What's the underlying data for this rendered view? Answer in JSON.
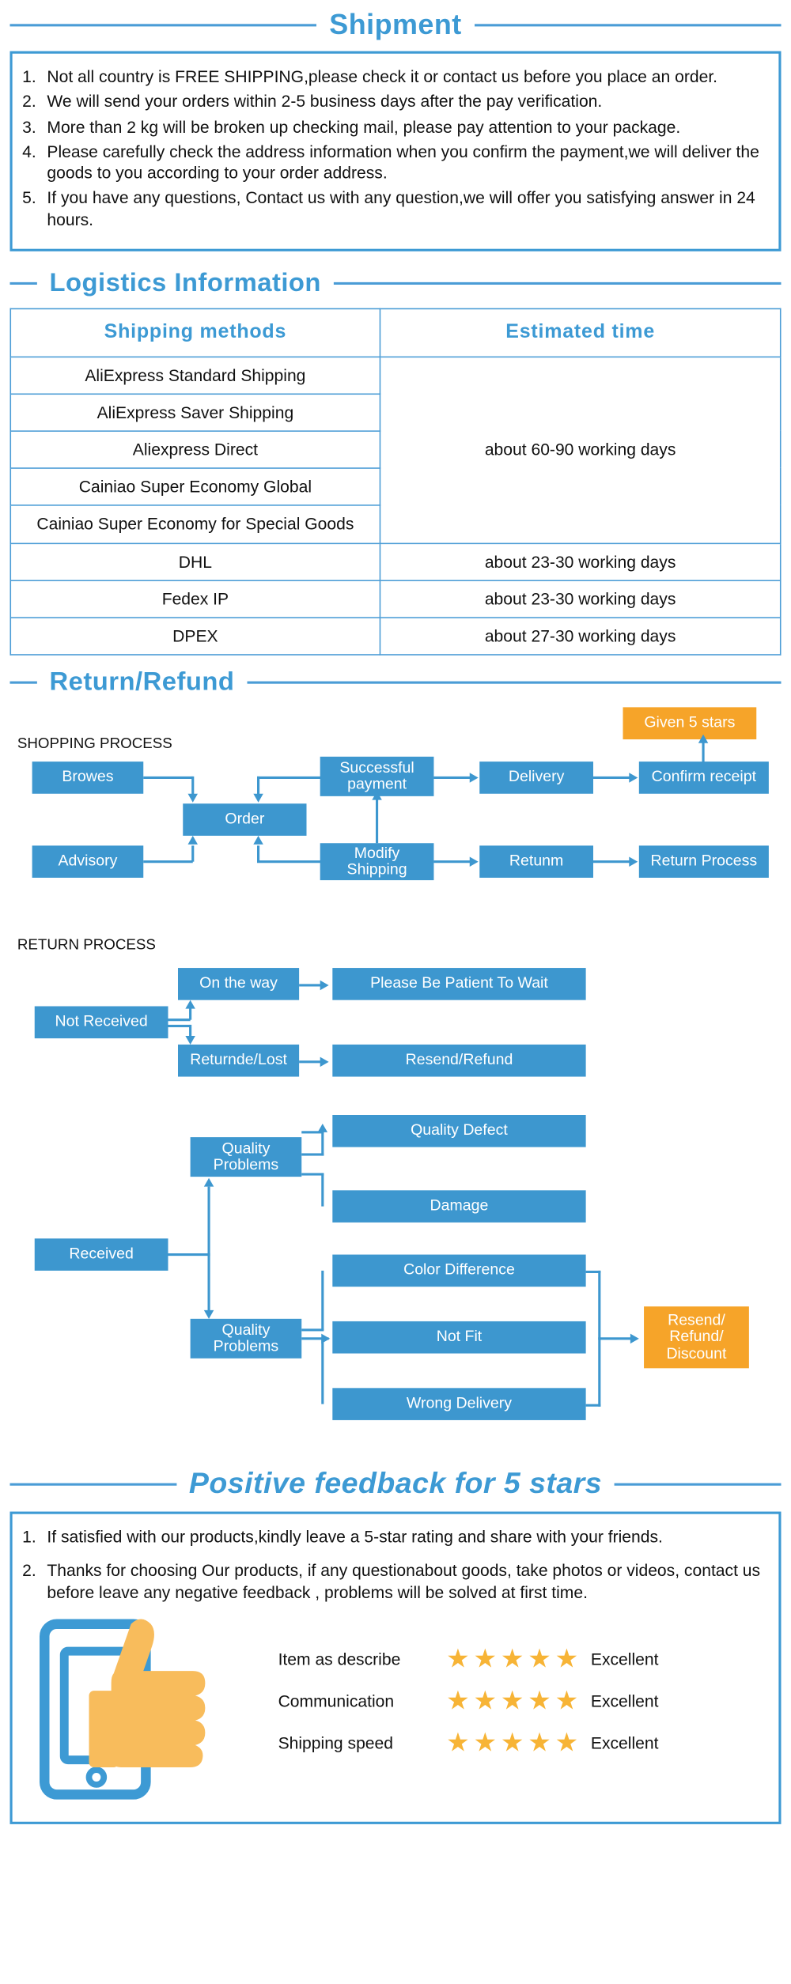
{
  "shipment": {
    "title": "Shipment",
    "items": [
      "Not all country is FREE SHIPPING,please check it or contact us before you place an order.",
      "We will send your orders within 2-5 business days after the pay verification.",
      "More than 2 kg will be broken up checking mail, please pay attention to your package.",
      "Please carefully check the address information when you confirm the payment,we will deliver the goods to you according to your order address.",
      "If you have any questions, Contact us with any question,we will offer you satisfying answer in 24 hours."
    ]
  },
  "logistics": {
    "title": "Logistics  Information",
    "headers": [
      "Shipping  methods",
      "Estimated  time"
    ],
    "rows": [
      {
        "method": "AliExpress Standard Shipping",
        "time": "about 60-90 working days"
      },
      {
        "method": "AliExpress Saver Shipping",
        "time": ""
      },
      {
        "method": "Aliexpress Direct",
        "time": ""
      },
      {
        "method": "Cainiao Super Economy Global",
        "time": ""
      },
      {
        "method": "Cainiao Super Economy for Special Goods",
        "time": ""
      },
      {
        "method": "DHL",
        "time": "about 23-30 working days"
      },
      {
        "method": "Fedex IP",
        "time": "about 23-30 working days"
      },
      {
        "method": "DPEX",
        "time": "about 27-30 working days"
      }
    ],
    "merged_time": "about 60-90 working days"
  },
  "returnRefund": {
    "title": "Return/Refund",
    "shopping_label": "SHOPPING PROCESS",
    "return_label": "RETURN PROCESS",
    "shopping_boxes": {
      "browes": "Browes",
      "order": "Order",
      "advisory": "Advisory",
      "successful_payment": "Successful payment",
      "modify_shipping": "Modify Shipping",
      "delivery": "Delivery",
      "retunm": "Retunm",
      "confirm_receipt": "Confirm receipt",
      "return_process": "Return Process",
      "given_5_stars": "Given 5 stars"
    },
    "return_boxes": {
      "not_received": "Not Received",
      "on_the_way": "On the way",
      "please_wait": "Please Be Patient To Wait",
      "returnde_lost": "Returnde/Lost",
      "resend_refund": "Resend/Refund",
      "received": "Received",
      "quality_problems_1": "Quality Problems",
      "quality_problems_2": "Quality Problems",
      "quality_defect": "Quality Defect",
      "damage": "Damage",
      "color_difference": "Color Difference",
      "not_fit": "Not Fit",
      "wrong_delivery": "Wrong Delivery",
      "resend_refund_discount": "Resend/ Refund/ Discount"
    }
  },
  "feedback": {
    "title": "Positive feedback for 5 stars",
    "items": [
      "If satisfied with our products,kindly leave a 5-star rating and share with your friends.",
      "Thanks for choosing Our products, if any questionabout goods, take photos or videos, contact us before leave any negative feedback , problems will be solved at first time."
    ],
    "ratings": [
      {
        "label": "Item as describe",
        "stars": 5,
        "value": "Excellent"
      },
      {
        "label": "Communication",
        "stars": 5,
        "value": "Excellent"
      },
      {
        "label": "Shipping speed",
        "stars": 5,
        "value": "Excellent"
      }
    ],
    "star_glyph": "★"
  },
  "colors": {
    "brand_blue": "#3d9ad4",
    "box_blue": "#3d97cf",
    "orange": "#f6a429",
    "star_gold": "#f7b436"
  }
}
